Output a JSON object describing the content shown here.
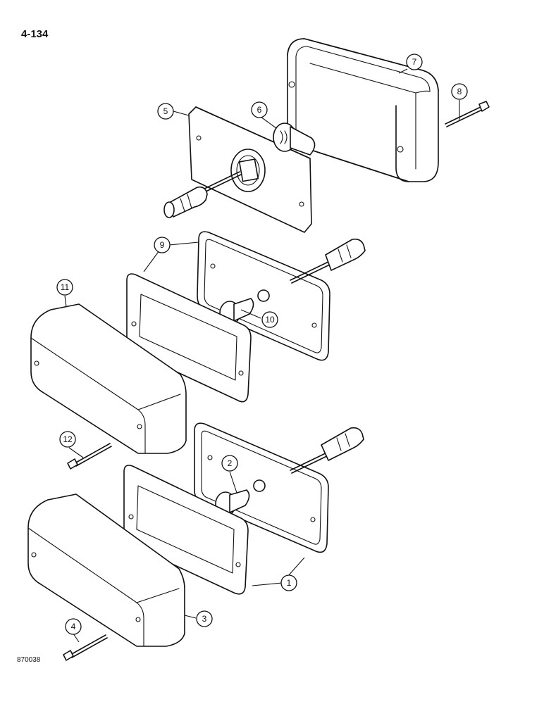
{
  "page": {
    "number": "4-134",
    "figure_code": "870038"
  },
  "callouts": {
    "c1": "1",
    "c2": "2",
    "c3": "3",
    "c4": "4",
    "c5": "5",
    "c6": "6",
    "c7": "7",
    "c8": "8",
    "c9": "9",
    "c10": "10",
    "c11": "11",
    "c12": "12"
  }
}
